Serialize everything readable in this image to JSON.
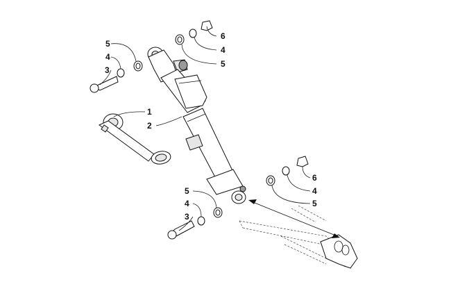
{
  "diagram": {
    "callouts": [
      {
        "id": "c1",
        "text": "1"
      },
      {
        "id": "c2",
        "text": "2"
      },
      {
        "id": "c3a",
        "text": "3"
      },
      {
        "id": "c4a",
        "text": "4"
      },
      {
        "id": "c5a",
        "text": "5"
      },
      {
        "id": "c6a",
        "text": "6"
      },
      {
        "id": "c4b",
        "text": "4"
      },
      {
        "id": "c5b",
        "text": "5"
      },
      {
        "id": "c3b",
        "text": "3"
      },
      {
        "id": "c4c",
        "text": "4"
      },
      {
        "id": "c5c",
        "text": "5"
      },
      {
        "id": "c6b",
        "text": "6"
      },
      {
        "id": "c4d",
        "text": "4"
      },
      {
        "id": "c5d",
        "text": "5"
      }
    ]
  }
}
